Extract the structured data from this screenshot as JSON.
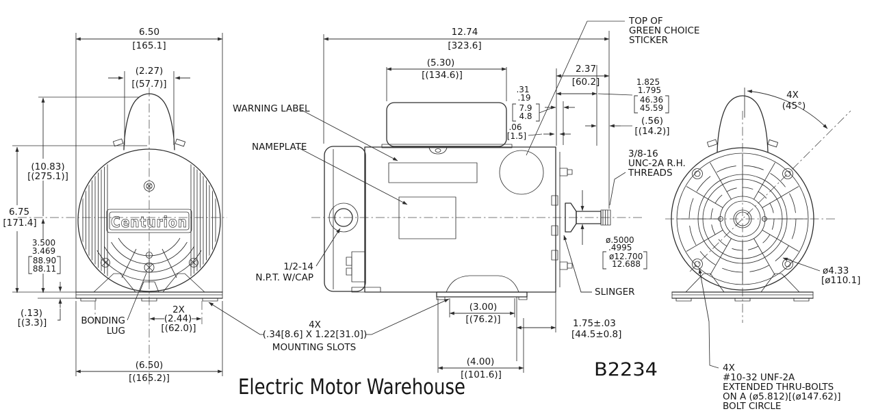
{
  "drawing": {
    "brand": "Centurion",
    "part_number": "B2234",
    "vendor": "Electric Motor Warehouse",
    "line_color": "#2d2d2d",
    "background": "#ffffff"
  },
  "front": {
    "w_in": "6.50",
    "w_mm": "[165.1]",
    "hump_in": "(2.27)",
    "hump_mm": "[(57.7)]",
    "h_in": "(10.83)",
    "h_mm": "[(275.1)]",
    "sh_in": "6.75",
    "sh_mm": "[171.4]",
    "c1": "3.500",
    "c2": "3.469",
    "c3": "88.90",
    "c4": "88.11",
    "base_in": "(.13)",
    "base_mm": "[(3.3)]",
    "lug1": "BONDING",
    "lug2": "LUG",
    "slot_qty": "2X",
    "slot_in": "(2.44)",
    "slot_mm": "[(62.0)]",
    "bw_in": "(6.50)",
    "bw_mm": "[(165.2)]"
  },
  "side": {
    "len_in": "12.74",
    "len_mm": "[323.6]",
    "cover_in": "(5.30)",
    "cover_mm": "[(134.6)]",
    "warning": "WARNING LABEL",
    "nameplate": "NAMEPLATE",
    "npt1": "1/2-14",
    "npt2": "N.P.T. W/CAP",
    "sticker1": "TOP OF",
    "sticker2": "GREEN CHOICE",
    "sticker3": "STICKER",
    "d237_in": "2.37",
    "d237_mm": "[60.2]",
    "s31": ".31",
    "s19": ".19",
    "s79": "7.9",
    "s48": "4.8",
    "s06": ".06",
    "s15": "[1.5]",
    "t1": "1.825",
    "t2": "1.795",
    "t3": "46.36",
    "t4": "45.59",
    "p56_in": "(.56)",
    "p56_mm": "[(14.2)]",
    "thr1": "3/8-16",
    "thr2": "UNC-2A R.H.",
    "thr3": "THREADS",
    "sh1": "ø.5000",
    "sh2": ".4995",
    "sh3": "ø12.700",
    "sh4": "12.688",
    "slinger": "SLINGER",
    "shl_in": "1.75±.03",
    "shl_mm": "[44.5±0.8]",
    "f3_in": "(3.00)",
    "f3_mm": "[(76.2)]",
    "f4_in": "(4.00)",
    "f4_mm": "[(101.6)]",
    "ms1": "4X",
    "ms2": "(.34[8.6] X 1.22[31.0])",
    "ms3": "MOUNTING SLOTS"
  },
  "rear": {
    "ang1": "4X",
    "ang2": "(45°)",
    "dia_in": "ø4.33",
    "dia_mm": "[ø110.1]",
    "tb1": "4X",
    "tb2": "#10-32 UNF-2A",
    "tb3": "EXTENDED THRU-BOLTS",
    "tb4": "ON A (ø5.812)[(ø147.62)]",
    "tb5": "BOLT CIRCLE"
  }
}
